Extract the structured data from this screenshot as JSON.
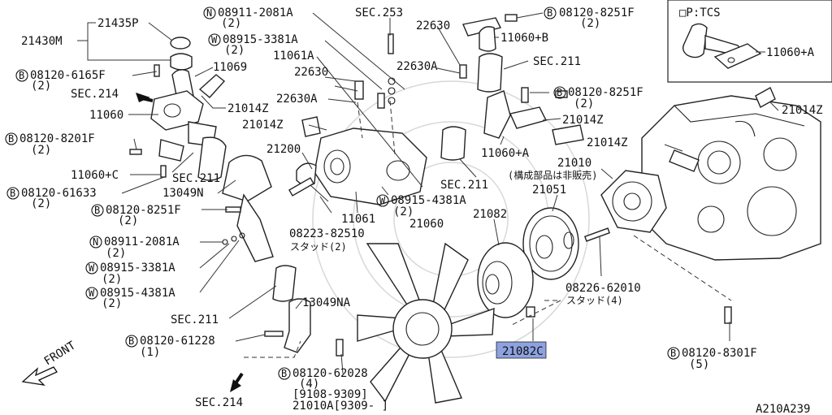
{
  "diagram_id": "A210A239",
  "inset": {
    "legend": "□P:TCS",
    "part": "11060+A"
  },
  "labels": {
    "p21430M": "21430M",
    "p21435P": "21435P",
    "b08120_6165F": "08120-6165F",
    "b08120_6165F_qty": "(2)",
    "sec214_a": "SEC.214",
    "p11069": "11069",
    "p11060": "11060",
    "p21014Z_a": "21014Z",
    "b08120_8201F": "08120-8201F",
    "b08120_8201F_qty": "(2)",
    "p11060C": "11060+C",
    "sec211_a": "SEC.211",
    "b08120_61633": "08120-61633",
    "b08120_61633_qty": "(2)",
    "p13049N": "13049N",
    "b08120_8251F_a": "08120-8251F",
    "b08120_8251F_a_qty": "(2)",
    "n08911_2081A_a": "08911-2081A",
    "n08911_2081A_a_qty": "(2)",
    "w08915_3381A_a": "08915-3381A",
    "w08915_3381A_a_qty": "(2)",
    "w08915_4381A_a": "08915-4381A",
    "w08915_4381A_a_qty": "(2)",
    "sec211_b": "SEC.211",
    "p13049NA": "13049NA",
    "b08120_61228": "08120-61228",
    "b08120_61228_qty": "(1)",
    "sec214_b": "SEC.214",
    "front": "FRONT",
    "n08911_2081A_b": "08911-2081A",
    "n08911_2081A_b_qty": "(2)",
    "sec253": "SEC.253",
    "w08915_3381A_b": "08915-3381A",
    "w08915_3381A_b_qty": "(2)",
    "p11061A": "11061A",
    "p22630_a": "22630",
    "p22630A_a": "22630A",
    "p21014Z_b": "21014Z",
    "p21200": "21200",
    "p11061": "11061",
    "s08223_82510": "08223-82510",
    "s08223_82510_sub": "スタッド(2)",
    "p21060": "21060",
    "w08915_4381A_b": "08915-4381A",
    "w08915_4381A_b_qty": "(2)",
    "b08120_62028": "08120-62028",
    "b08120_62028_qty": "(4)",
    "r9108_9309": "[9108-9309]",
    "p21010A": "21010A[9309-   ]",
    "p22630_b": "22630",
    "p22630A_b": "22630A",
    "b08120_8251F_b": "08120-8251F",
    "b08120_8251F_b_qty": "(2)",
    "p11060B": "11060+B",
    "sec211_c": "SEC.211",
    "b08120_8251F_c": "08120-8251F",
    "b08120_8251F_c_qty": "(2)",
    "p21014Z_c": "21014Z",
    "p11060A": "11060+A",
    "p21014Z_d": "21014Z",
    "sec211_d": "SEC.211",
    "p21010": "21010",
    "p21010_note": "(構成部品は非販売)",
    "p21051": "21051",
    "p21082": "21082",
    "s08226_62010": "08226-62010",
    "s08226_62010_sub": "スタッド(4)",
    "p21082C": "21082C",
    "p21014Z_e": "21014Z",
    "b08120_8301F": "08120-8301F",
    "b08120_8301F_qty": "(5)"
  },
  "prefix_b": "B",
  "prefix_n": "N",
  "prefix_w": "W",
  "highlight_color": "#8ea2e0"
}
